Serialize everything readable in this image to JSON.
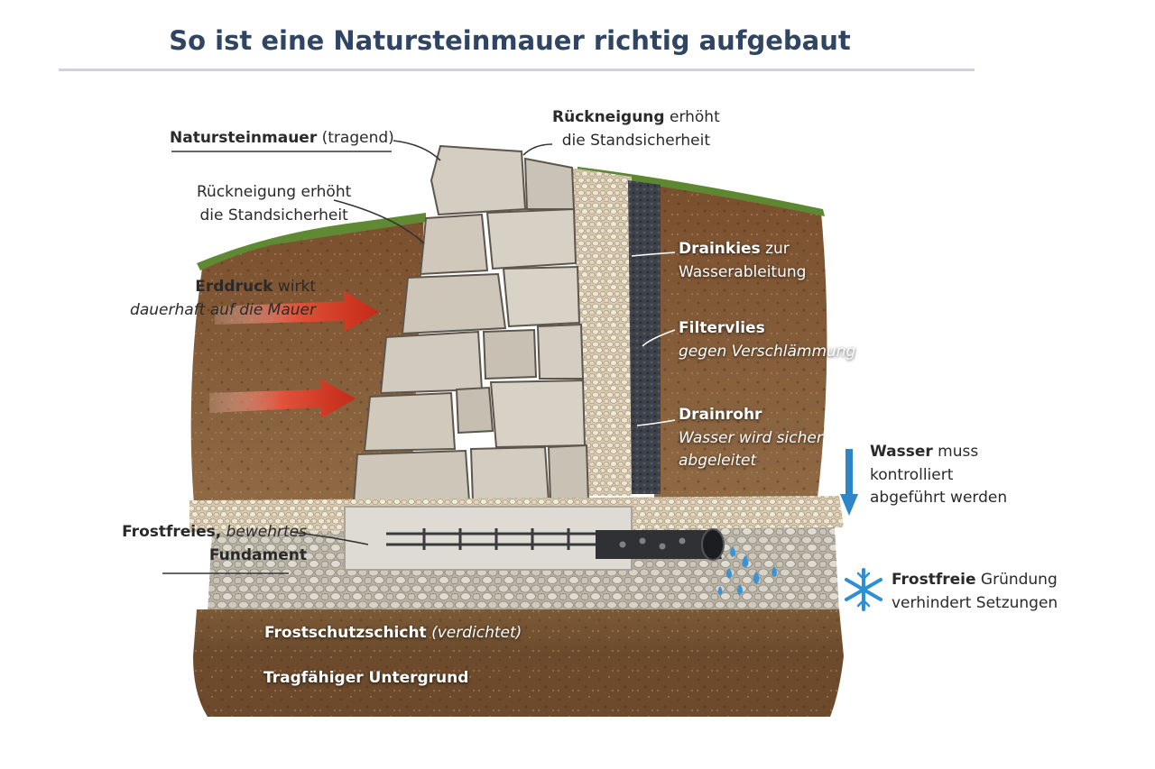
{
  "title": "So ist eine Natursteinmauer richtig aufgebaut",
  "labels": {
    "wall": {
      "bold": "Natursteinmauer",
      "rest": " (tragend)"
    },
    "backtilt_top": {
      "bold": "Rückneigung",
      "rest": " erhöht",
      "line2": "die Standsicherheit"
    },
    "backtilt_left": {
      "line1": "Rückneigung erhöht",
      "line2": "die Standsicherheit"
    },
    "earth_pressure": {
      "bold": "Erddruck",
      "rest": " wirkt",
      "line2": "dauerhaft auf die Mauer"
    },
    "drain_gravel": {
      "bold": "Drainkies",
      "rest": " zur",
      "line2": "Wasserableitung"
    },
    "filter_fleece": {
      "bold": "Filtervlies",
      "line2": "gegen Verschlämmung"
    },
    "drain_pipe": {
      "bold": "Drainrohr",
      "line2": "Wasser wird sicher",
      "line3": "abgeleitet"
    },
    "water": {
      "bold": "Wasser",
      "rest": " muss",
      "line2": "kontrolliert",
      "line3": "abgeführt werden"
    },
    "foundation": {
      "bold": "Frostfreies,",
      "rest": " bewehrtes",
      "line2": "Fundament"
    },
    "frost_free": {
      "bold": "Frostfreie",
      "rest": " Gründung",
      "line2": "verhindert Setzungen"
    },
    "frost_layer": {
      "bold": "Frostschutzschicht",
      "rest": " (verdichtet)"
    },
    "subsoil": {
      "bold": "Tragfähiger Untergrund"
    }
  },
  "icons": [
    "snowflake-icon",
    "arrow-down-icon",
    "pressure-arrow-icon"
  ],
  "colors": {
    "title": "#2f4561",
    "soil": "#8a5a35",
    "stone": "#cfc8bc",
    "gravel": "#e2d7c3",
    "fleece": "#3c4048",
    "concrete": "#dcdad5",
    "pressure_arrow": "#d33a26",
    "water": "#2e86c9"
  }
}
